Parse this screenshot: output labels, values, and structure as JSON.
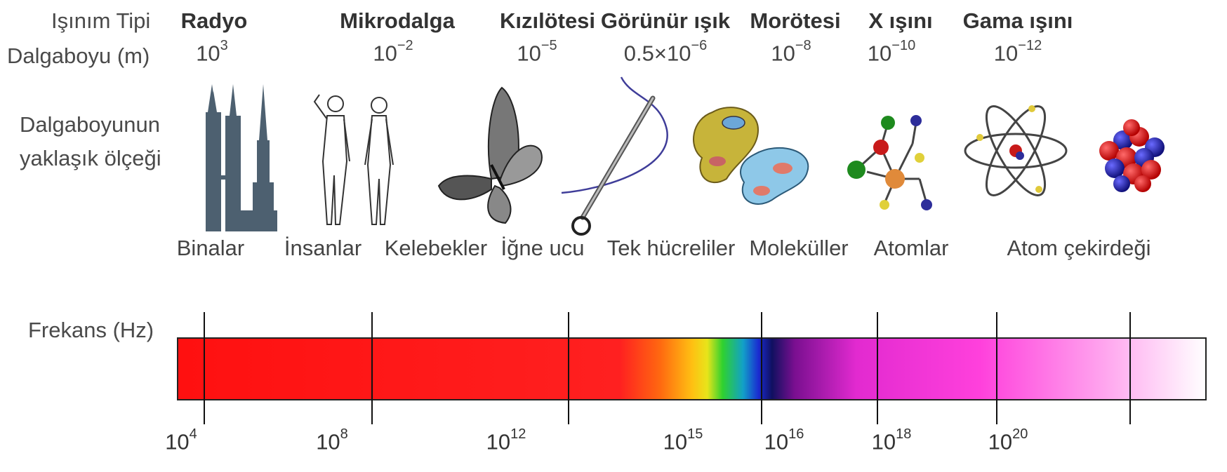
{
  "header": {
    "type_row_label": "Işınım Tipi",
    "wavelength_row_label": "Dalgaboyu (m)",
    "scale_row_label_line1": "Dalgaboyunun",
    "scale_row_label_line2": "yaklaşık ölçeği",
    "frequency_row_label": "Frekans (Hz)"
  },
  "radiation_types": [
    {
      "name": "Radyo",
      "wavelength_base": "10",
      "wavelength_exp": "3",
      "scale_object": "Binalar",
      "icon": "buildings-icon"
    },
    {
      "name": "Mikrodalga",
      "wavelength_base": "10",
      "wavelength_exp": "−2",
      "scale_object": "İnsanlar",
      "icon": "humans-icon"
    },
    {
      "name": "",
      "wavelength_base": "",
      "wavelength_exp": "",
      "scale_object": "Kelebekler",
      "icon": "butterfly-icon"
    },
    {
      "name": "Kızılötesi",
      "wavelength_base": "10",
      "wavelength_exp": "−5",
      "scale_object": "İğne ucu",
      "icon": "needle-icon"
    },
    {
      "name": "Görünür ışık",
      "wavelength_base": "0.5×10",
      "wavelength_exp": "−6",
      "scale_object": "Tek hücreliler",
      "icon": "cells-icon"
    },
    {
      "name": "Morötesi",
      "wavelength_base": "10",
      "wavelength_exp": "−8",
      "scale_object": "Moleküller",
      "icon": "molecule-icon"
    },
    {
      "name": "X ışını",
      "wavelength_base": "10",
      "wavelength_exp": "−10",
      "scale_object": "Atomlar",
      "icon": "atom-icon"
    },
    {
      "name": "Gama ışını",
      "wavelength_base": "10",
      "wavelength_exp": "−12",
      "scale_object": "Atom çekirdeği",
      "icon": "nucleus-icon"
    }
  ],
  "frequency_ticks": [
    {
      "base": "10",
      "exp": "4"
    },
    {
      "base": "10",
      "exp": "8"
    },
    {
      "base": "10",
      "exp": "12"
    },
    {
      "base": "10",
      "exp": "15"
    },
    {
      "base": "10",
      "exp": "16"
    },
    {
      "base": "10",
      "exp": "18"
    },
    {
      "base": "10",
      "exp": "20"
    }
  ],
  "colors": {
    "radio": "#ff1a1a",
    "visible_yellow": "#ffd21a",
    "visible_green": "#2fd12f",
    "visible_blue": "#1a2bd1",
    "ultraviolet": "#ff3fd5",
    "gamma": "#ffffff",
    "building": "#4d6070"
  }
}
